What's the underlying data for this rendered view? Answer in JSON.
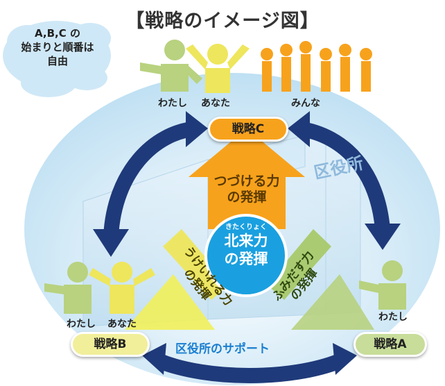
{
  "title": "【戦略のイメージ図】",
  "cloud": {
    "line1": "A,B,C の",
    "line2": "始まりと順番は",
    "line3": "自由"
  },
  "top_group": {
    "label_watashi": "わたし",
    "label_anata": "あなた",
    "label_minna": "みんな"
  },
  "strategies": {
    "c": "戦略C",
    "b": "戦略B",
    "a": "戦略A"
  },
  "left_group": {
    "label_watashi": "わたし",
    "label_anata": "あなた"
  },
  "right_group": {
    "label_watashi": "わたし"
  },
  "building_label": "区役所",
  "arrows": {
    "up": "つづける力の発揮",
    "up_line1": "つづける力",
    "up_line2": "の発揮",
    "left_line1": "うけいれる力",
    "left_line2": "の発揮",
    "right_line1": "ふみだす力",
    "right_line2": "の発揮"
  },
  "center": {
    "ruby": "きたくりょく",
    "line1": "北来力",
    "line2": "の発揮"
  },
  "support": "区役所のサポート",
  "colors": {
    "navy": "#1f3a7a",
    "orange": "#f7a21c",
    "yellow": "#f1ef9a",
    "green": "#b8d27f",
    "blue": "#1aa0e0",
    "sky": "#cfe8f7"
  }
}
